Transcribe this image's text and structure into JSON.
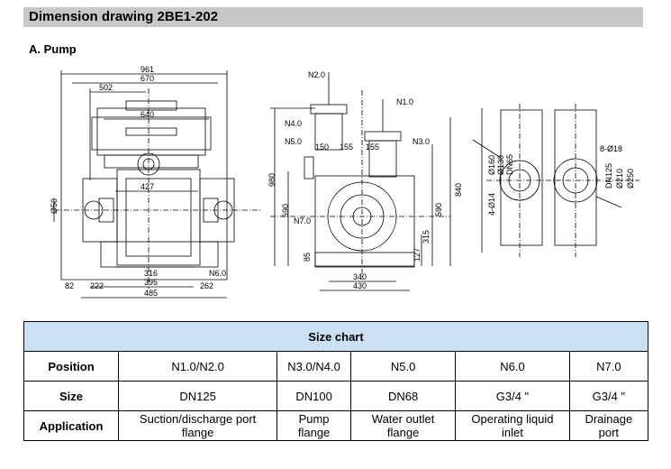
{
  "title": "Dimension drawing 2BE1-202",
  "section": "A.  Pump",
  "drawing": {
    "front": {
      "d961": "961",
      "d670": "670",
      "d502": "502",
      "d640": "640",
      "d427": "427",
      "d50": "Ø50",
      "d316": "316",
      "d82": "82",
      "d222": "222",
      "d395": "395",
      "d262": "262",
      "d485": "485",
      "n6": "N6.0"
    },
    "side": {
      "n2": "N2.0",
      "n1": "N1.0",
      "n4": "N4.0",
      "n5": "N5.0",
      "n3": "N3.0",
      "d150": "150",
      "d155a": "155",
      "d155b": "155",
      "d980": "980",
      "d590a": "590",
      "n7": "N7.0",
      "d85": "85",
      "d127": "127",
      "d315": "315",
      "d590b": "590",
      "d840": "840",
      "d340": "340",
      "d430": "430"
    },
    "flange": {
      "d160": "Ø160",
      "d130": "Ø130",
      "dn65": "DN65",
      "d4": "4-Ø14",
      "d8": "8-Ø18",
      "dn125": "DN125",
      "d210": "Ø210",
      "d250": "Ø250"
    }
  },
  "table": {
    "header": "Size chart",
    "rows": [
      [
        "Position",
        "N1.0/N2.0",
        "N3.0/N4.0",
        "N5.0",
        "N6.0",
        "N7.0"
      ],
      [
        "Size",
        "DN125",
        "DN100",
        "DN68",
        "G3/4 \"",
        "G3/4 \""
      ],
      [
        "Application",
        "Suction/discharge port flange",
        "Pump flange",
        "Water outlet flange",
        "Operating liquid inlet",
        "Drainage port"
      ]
    ]
  }
}
